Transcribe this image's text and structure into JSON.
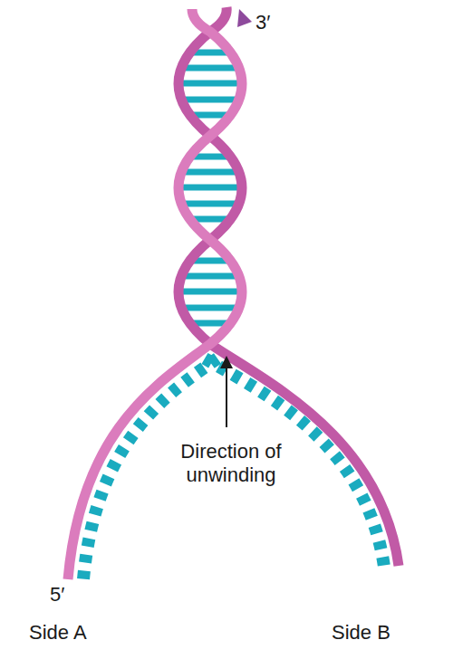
{
  "diagram": {
    "labels": [
      "3′",
      "Direction of unwinding",
      "5′",
      "Side A",
      "Side B"
    ]
  }
}
